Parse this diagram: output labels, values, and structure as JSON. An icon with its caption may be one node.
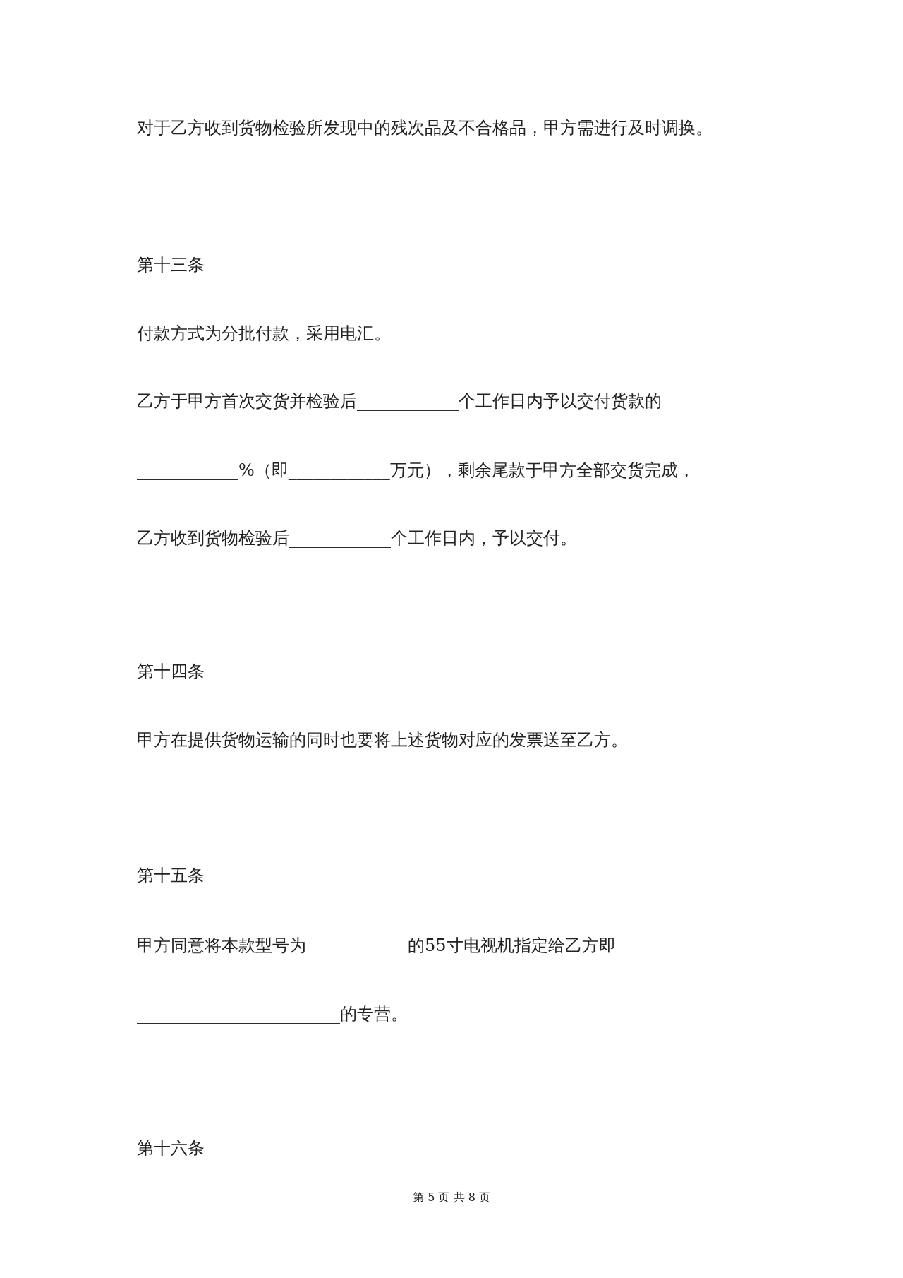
{
  "diagram": {
    "labels": [
      "对于乙方收到货物检验所发现中的残次品及不合格品，甲方需进行及时调换。",
      "第十三条",
      "付款方式为分批付款，采用电汇。",
      "乙方于甲方首次交货并检验后____________个工作日内予以交付货款的",
      "____________%（即____________万元），剩余尾款于甲方全部交货完成，",
      "乙方收到货物检验后____________个工作日内，予以交付。",
      "第十四条",
      "甲方在提供货物运输的同时也要将上述货物对应的发票送至乙方。",
      "第十五条",
      "甲方同意将本款型号为____________的55寸电视机指定给乙方即",
      "________________________的专营。",
      "第十六条",
      "第 5 页 共 8 页"
    ]
  }
}
